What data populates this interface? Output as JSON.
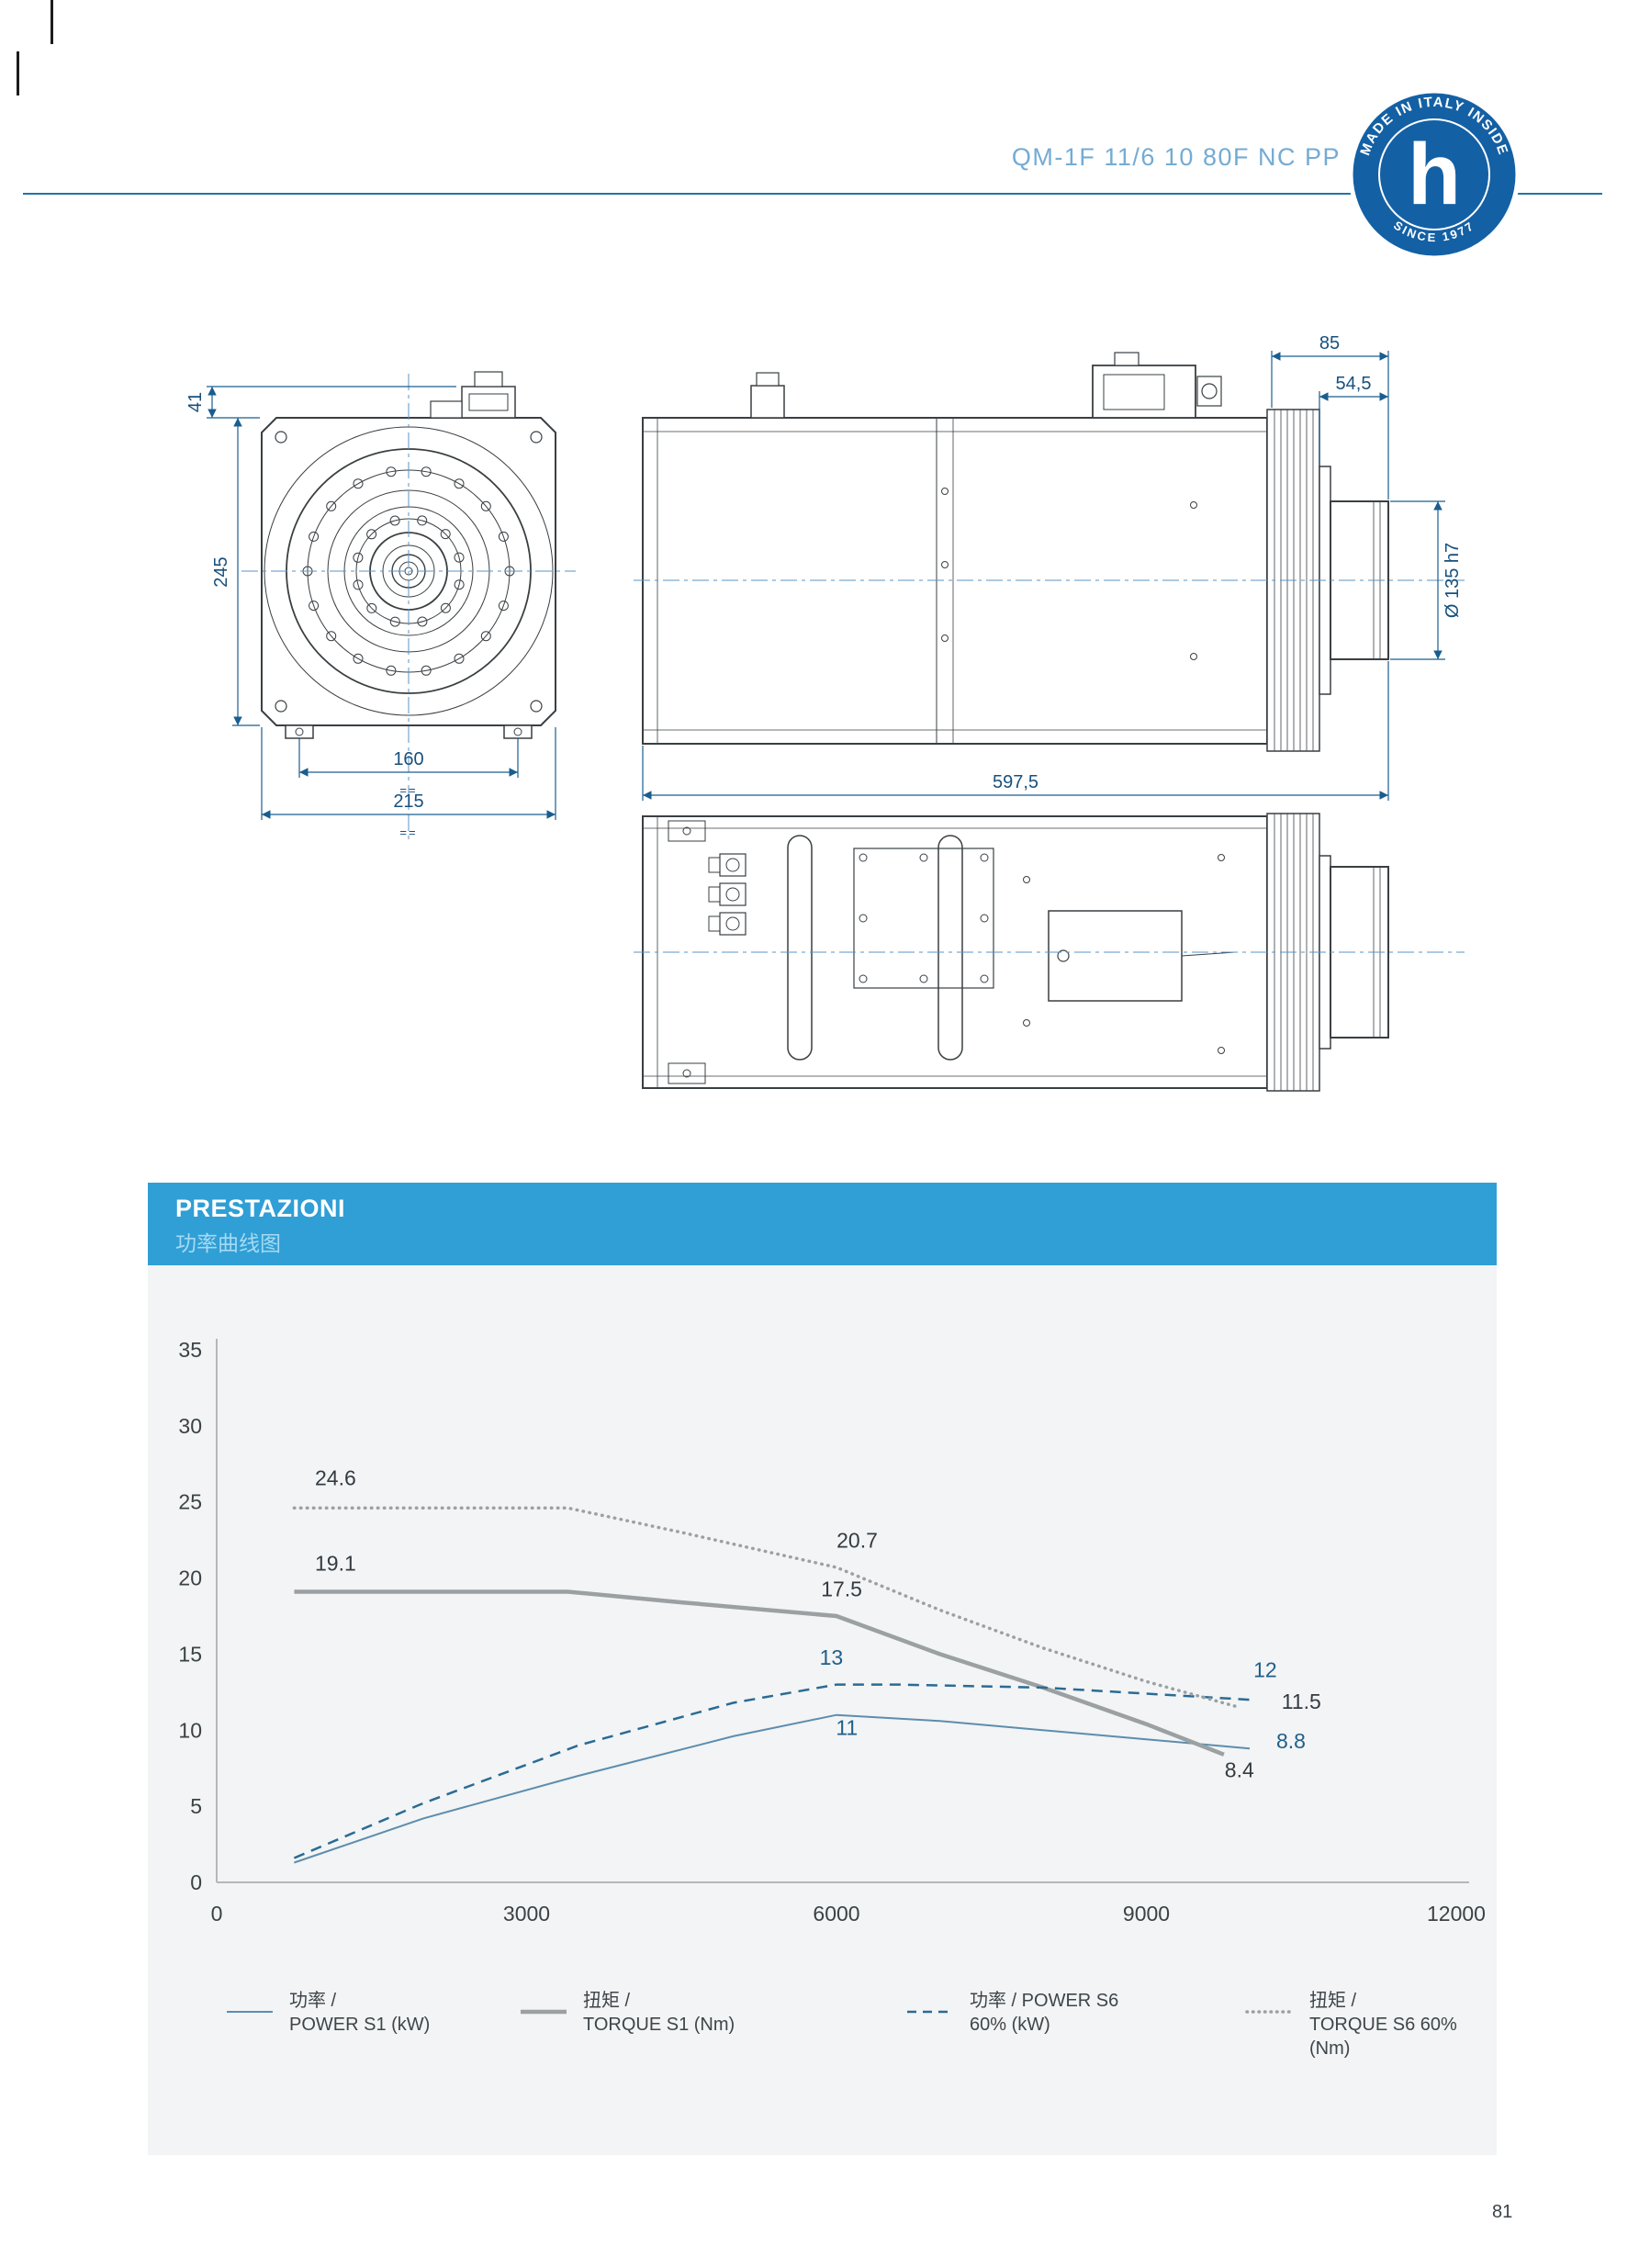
{
  "header": {
    "title": "QM-1F 11/6 10 80F NC PP"
  },
  "badge": {
    "top_text": "MADE IN ITALY INSIDE",
    "bottom_text": "SINCE 1977",
    "letter": "h"
  },
  "colors": {
    "accent": "#2f9fd6",
    "header_text": "#74abd4",
    "dimension_blue": "#1a5d8f",
    "badge_blue": "#1460a4",
    "curve_blue": "#2a6b94",
    "curve_gray": "#9ba0a3"
  },
  "drawings": {
    "front": {
      "dim_41": "41",
      "dim_245": "245",
      "dim_160": "160",
      "dim_215": "215",
      "sym": "=="
    },
    "side": {
      "dim_85": "85",
      "dim_54_5": "54,5",
      "dim_diameter": "Ø 135 h7",
      "dim_597_5": "597,5"
    }
  },
  "performance": {
    "title": "PRESTAZIONI",
    "subtitle": "功率曲线图"
  },
  "chart_data": {
    "type": "line",
    "title": "PRESTAZIONI / 功率曲线图",
    "xlabel": "",
    "ylabel": "",
    "xlim": [
      0,
      12000
    ],
    "ylim": [
      0,
      35
    ],
    "x_ticks": [
      0,
      3000,
      6000,
      9000,
      12000
    ],
    "y_ticks": [
      0,
      5,
      10,
      15,
      20,
      25,
      30,
      35
    ],
    "grid": false,
    "legend_position": "bottom",
    "series": [
      {
        "name": "功率 / POWER S1 (kW)",
        "legend_line1": "功率 /",
        "legend_line2": "POWER S1 (kW)",
        "style": "solid",
        "color": "#5d8dad",
        "width": 2,
        "points": [
          [
            750,
            1.3
          ],
          [
            2000,
            4.2
          ],
          [
            3500,
            7.0
          ],
          [
            5000,
            9.6
          ],
          [
            6000,
            11.0
          ],
          [
            7000,
            10.6
          ],
          [
            8500,
            9.7
          ],
          [
            10000,
            8.8
          ]
        ]
      },
      {
        "name": "扭矩 / TORQUE S1 (Nm)",
        "legend_line1": "扭矩 /",
        "legend_line2": "TORQUE S1 (Nm)",
        "style": "solid",
        "color": "#9ba0a3",
        "width": 4.5,
        "points": [
          [
            750,
            19.1
          ],
          [
            3400,
            19.1
          ],
          [
            4500,
            18.4
          ],
          [
            6000,
            17.5
          ],
          [
            7000,
            15.0
          ],
          [
            8000,
            12.8
          ],
          [
            9000,
            10.4
          ],
          [
            9750,
            8.4
          ]
        ]
      },
      {
        "name": "功率 / POWER S6 60% (kW)",
        "legend_line1": "功率 / POWER S6",
        "legend_line2": "60% (kW)",
        "style": "dashed",
        "color": "#2a6b94",
        "width": 2.5,
        "points": [
          [
            750,
            1.6
          ],
          [
            2000,
            5.2
          ],
          [
            3500,
            9.0
          ],
          [
            5000,
            11.8
          ],
          [
            6000,
            13.0
          ],
          [
            6600,
            13.0
          ],
          [
            8000,
            12.8
          ],
          [
            10000,
            12.0
          ]
        ]
      },
      {
        "name": "扭矩 / TORQUE S6 60% (Nm)",
        "legend_line1": "扭矩 /",
        "legend_line2": "TORQUE S6 60% (Nm)",
        "style": "dotted",
        "color": "#9ba0a3",
        "width": 3.5,
        "points": [
          [
            750,
            24.6
          ],
          [
            3400,
            24.6
          ],
          [
            4500,
            23.0
          ],
          [
            6000,
            20.7
          ],
          [
            7000,
            17.9
          ],
          [
            8000,
            15.4
          ],
          [
            9000,
            13.2
          ],
          [
            9900,
            11.5
          ]
        ]
      }
    ],
    "annotations": [
      {
        "text": "24.6",
        "x": 1150,
        "y": 26.1,
        "color": "#343b41"
      },
      {
        "text": "19.1",
        "x": 1150,
        "y": 20.5,
        "color": "#343b41"
      },
      {
        "text": "20.7",
        "x": 6200,
        "y": 22.0,
        "color": "#343b41"
      },
      {
        "text": "17.5",
        "x": 6050,
        "y": 18.8,
        "color": "#343b41"
      },
      {
        "text": "13",
        "x": 5950,
        "y": 14.3,
        "color": "#1f5f8a"
      },
      {
        "text": "11",
        "x": 6100,
        "y": 9.7,
        "color": "#1f5f8a"
      },
      {
        "text": "12",
        "x": 10150,
        "y": 13.5,
        "color": "#1f5f8a"
      },
      {
        "text": "11.5",
        "x": 10500,
        "y": 11.4,
        "color": "#343b41"
      },
      {
        "text": "8.8",
        "x": 10400,
        "y": 8.8,
        "color": "#1f5f8a"
      },
      {
        "text": "8.4",
        "x": 9900,
        "y": 6.9,
        "color": "#343b41"
      }
    ]
  },
  "footer": {
    "page_number": "81"
  }
}
